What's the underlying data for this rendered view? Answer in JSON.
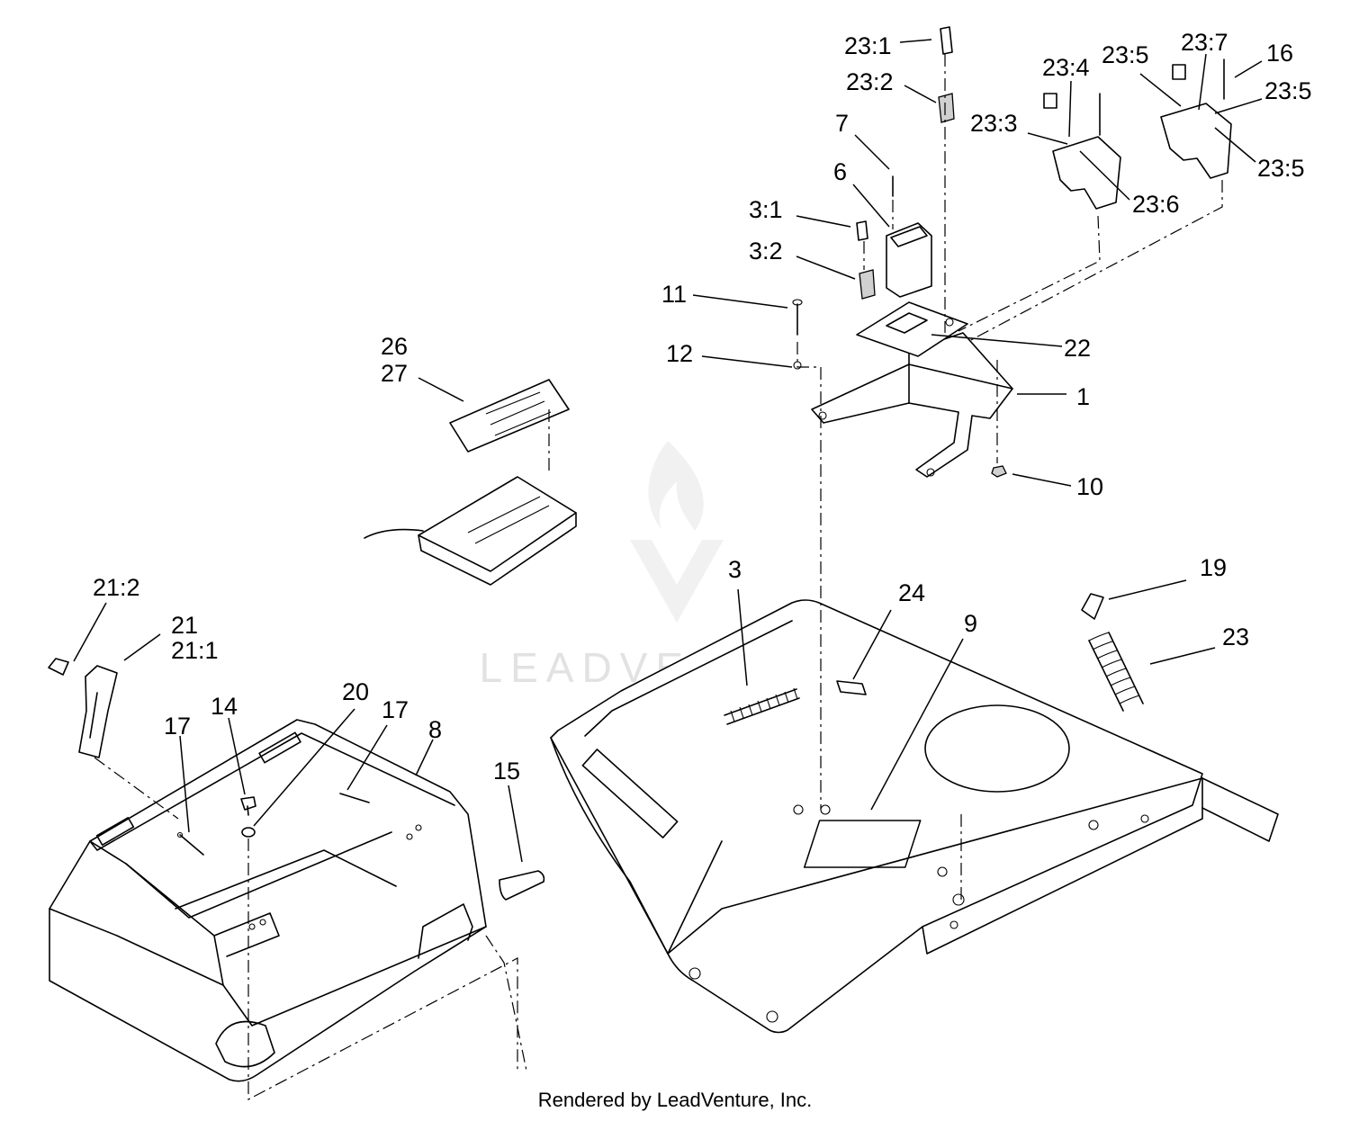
{
  "watermark": {
    "text": "LEADVENTURE"
  },
  "footer": {
    "credit": "Rendered by LeadVenture, Inc."
  },
  "callouts": {
    "c23_1": "23:1",
    "c23_2": "23:2",
    "c23_3": "23:3",
    "c23_4": "23:4",
    "c23_5a": "23:5",
    "c23_5b": "23:5",
    "c23_5c": "23:5",
    "c23_6": "23:6",
    "c23_7": "23:7",
    "c16": "16",
    "c7": "7",
    "c6": "6",
    "c3_1": "3:1",
    "c3_2": "3:2",
    "c11": "11",
    "c12": "12",
    "c22": "22",
    "c1": "1",
    "c10": "10",
    "c26": "26",
    "c27": "27",
    "c3": "3",
    "c24": "24",
    "c9": "9",
    "c19": "19",
    "c23": "23",
    "c21_2": "21:2",
    "c21": "21",
    "c21_1": "21:1",
    "c17a": "17",
    "c14": "14",
    "c20": "20",
    "c17b": "17",
    "c8": "8",
    "c15": "15"
  }
}
